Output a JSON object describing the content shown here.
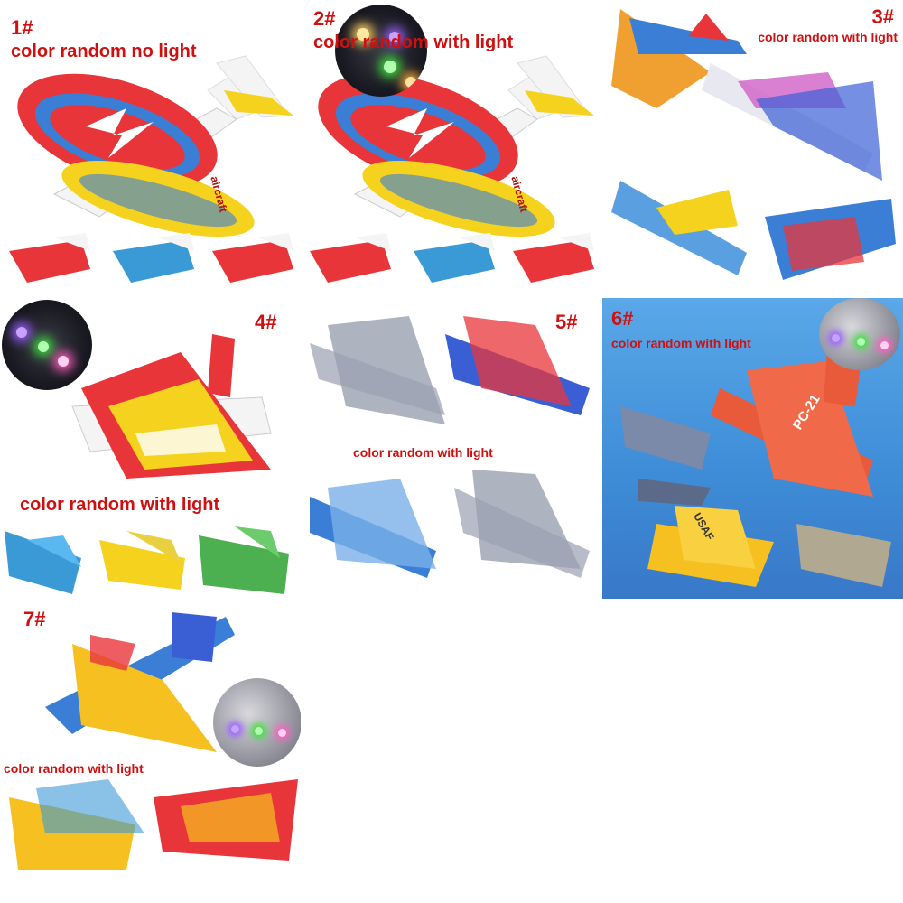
{
  "panels": [
    {
      "num": "1#",
      "caption": "color random no light"
    },
    {
      "num": "2#",
      "caption": "color random with light"
    },
    {
      "num": "3#",
      "caption": "color random with light"
    },
    {
      "num": "4#",
      "caption": "color random with light"
    },
    {
      "num": "5#",
      "caption": "color random with light"
    },
    {
      "num": "6#",
      "caption": "color random with light"
    },
    {
      "num": "7#",
      "caption": "color random with light"
    }
  ],
  "print": {
    "wing_text": "aircraft",
    "pc21": "PC-21",
    "usaf": "USAF"
  },
  "colors": {
    "label_red": "#d01010",
    "sky_blue": "#3f8ed8",
    "foam_white": "#f4f4f4",
    "plane_red": "#e8353a",
    "plane_yellow": "#f5d21e",
    "plane_blue": "#3a7fd5"
  }
}
